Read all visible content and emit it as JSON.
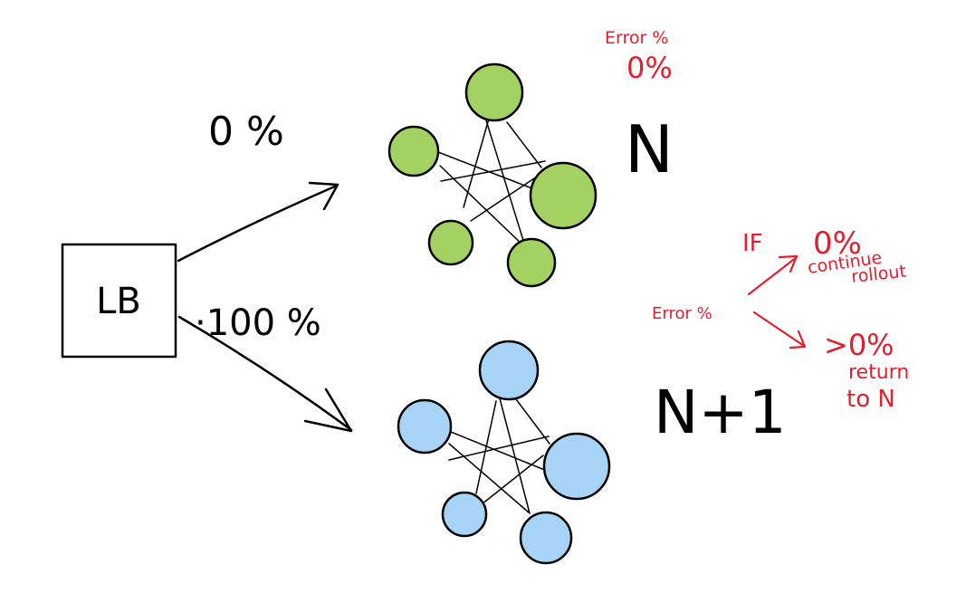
{
  "colors": {
    "ink": "#000000",
    "annotation": "#e0202f",
    "cluster_n_fill": "#a3d162",
    "cluster_n1_fill": "#a7d3f6",
    "background": "#ffffff"
  },
  "load_balancer": {
    "label": "LB"
  },
  "routes": {
    "to_n_percent": "0 %",
    "to_n1_percent": "·100 %"
  },
  "clusters": {
    "current": {
      "label": "N",
      "error_title": "Error %",
      "error_value": "0%"
    },
    "next": {
      "label": "N+1"
    }
  },
  "decision": {
    "source_label": "Error %",
    "branch_if_label": "IF",
    "success": {
      "condition": "0%",
      "action_line1": "continue",
      "action_line2": "rollout"
    },
    "failure": {
      "condition": ">0%",
      "action_line1": "return",
      "action_line2": "to N"
    }
  }
}
